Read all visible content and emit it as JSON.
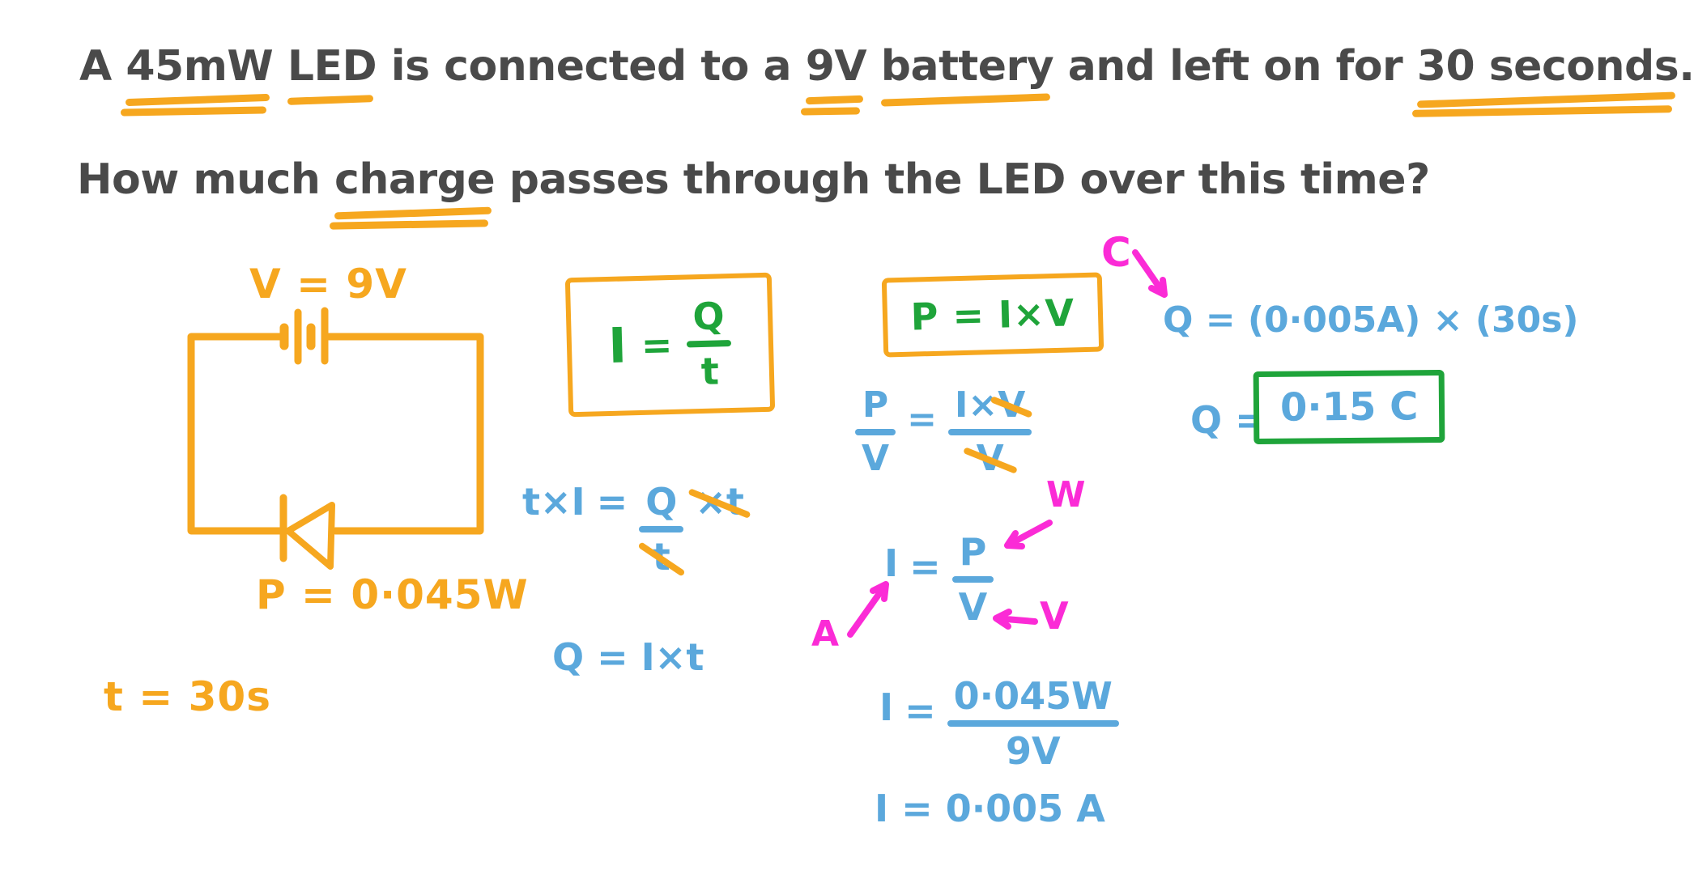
{
  "colors": {
    "orange": "#F6A71F",
    "blue": "#5BA8DC",
    "green": "#1FA43A",
    "pink": "#FB2BD6",
    "ink": "#4A4A4A"
  },
  "question": {
    "line1": {
      "p1": "A ",
      "p2": "45mW",
      "p3": " ",
      "p4": "LED",
      "p5": " is connected to a ",
      "p6": "9V",
      "p7": " ",
      "p8": "battery",
      "p9": " and left on for ",
      "p10": "30 seconds",
      "p11": "."
    },
    "line2": {
      "p1": "How much ",
      "p2": "charge",
      "p3": " passes through the LED over this time?"
    }
  },
  "circuit": {
    "voltage_label": "V = 9V",
    "power_label": "P = 0·045W",
    "time_label": "t = 30s"
  },
  "formula_current": {
    "lhs": "I",
    "eq": "=",
    "num": "Q",
    "den": "t"
  },
  "formula_power": {
    "text": "P = I×V"
  },
  "working_charge": {
    "r1_lhs": "t×I",
    "r1_eq": "=",
    "r1_num": "Q",
    "r1_den": "t",
    "r1_cross": "×t",
    "r2": "Q = I×t"
  },
  "working_current": {
    "f1_num": "P",
    "f1_den": "V",
    "eq": "=",
    "f2_num_a": "I",
    "f2_num_b": "×",
    "f2_num_c": "V",
    "f2_den": "V",
    "r2_lhs": "I",
    "r2_eq": "=",
    "r2_num": "P",
    "r2_den": "V",
    "r3_lhs": "I",
    "r3_eq": "=",
    "r3_num": "0·045W",
    "r3_den": "9V",
    "r4": "I = 0·005 A"
  },
  "result": {
    "line1": "Q = (0·005A) × (30s)",
    "line2_prefix": "Q =",
    "line2_value": "0·15 C"
  },
  "annotations": {
    "c": "C",
    "w": "W",
    "a": "A",
    "v": "V"
  }
}
